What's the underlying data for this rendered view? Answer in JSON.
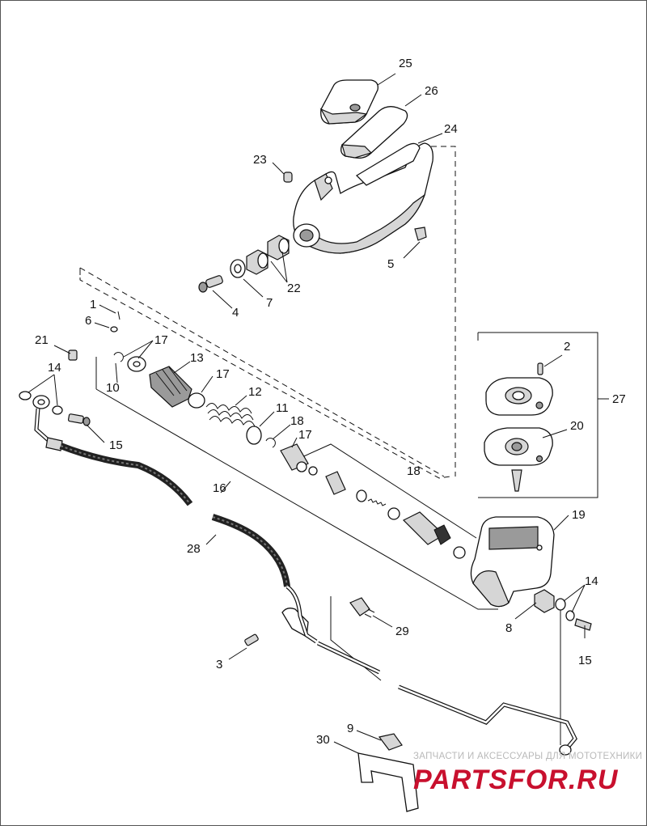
{
  "callouts": {
    "c1": "1",
    "c2": "2",
    "c3": "3",
    "c4": "4",
    "c5": "5",
    "c6": "6",
    "c7": "7",
    "c8": "8",
    "c9": "9",
    "c10": "10",
    "c11": "11",
    "c12": "12",
    "c13": "13",
    "c14a": "14",
    "c14b": "14",
    "c15a": "15",
    "c15b": "15",
    "c16": "16",
    "c17a": "17",
    "c17b": "17",
    "c17c": "17",
    "c18a": "18",
    "c18b": "18",
    "c19": "19",
    "c20": "20",
    "c21": "21",
    "c22": "22",
    "c23": "23",
    "c24": "24",
    "c25": "25",
    "c26": "26",
    "c27": "27",
    "c28": "28",
    "c29": "29",
    "c30": "30"
  },
  "watermark": {
    "tagline": "ЗАПЧАСТИ И АКСЕССУАРЫ ДЛЯ МОТОТЕХНИКИ",
    "brand": "PARTSFOR.RU"
  },
  "colors": {
    "line": "#111111",
    "watermark_red": "#c8102e",
    "watermark_gray": "#b9b9b9"
  }
}
